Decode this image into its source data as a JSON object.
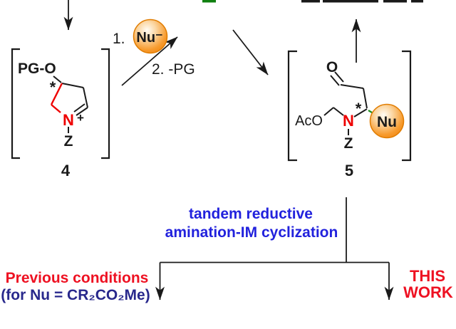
{
  "scheme": {
    "reagents": {
      "step1": "1.",
      "nucleophile_symbol": "Nu⁻",
      "step2": "2. -PG"
    },
    "structure4": {
      "protecting_group": "PG-O",
      "stereocenter_mark": "*",
      "nitrogen": "N",
      "charge": "+",
      "n_substituent": "Z",
      "label": "4"
    },
    "structure5": {
      "carbonyl_oxygen": "O",
      "acetoxy_group": "AcO",
      "nitrogen": "N",
      "stereocenter_mark": "*",
      "nucleophile_symbol": "Nu",
      "n_substituent": "Z",
      "label": "5"
    },
    "transformation_caption": {
      "line1": "tandem reductive",
      "line2": "amination-IM cyclization"
    },
    "left_branch": {
      "line1": "Previous conditions",
      "line2": "(for Nu = CR₂CO₂Me)"
    },
    "right_branch": {
      "line1": "THIS",
      "line2": "WORK"
    }
  },
  "colors": {
    "ink": "#1a1a1a",
    "structure_red": "#ee0000",
    "bond_green": "#1f8f1f",
    "caption_blue": "#2222dd",
    "formula_navy": "#28288c",
    "highlight_red": "#ee1122",
    "sphere_orange": "#f68b1f",
    "sphere_rim": "#e07c00",
    "fragment_green": "#108010"
  }
}
